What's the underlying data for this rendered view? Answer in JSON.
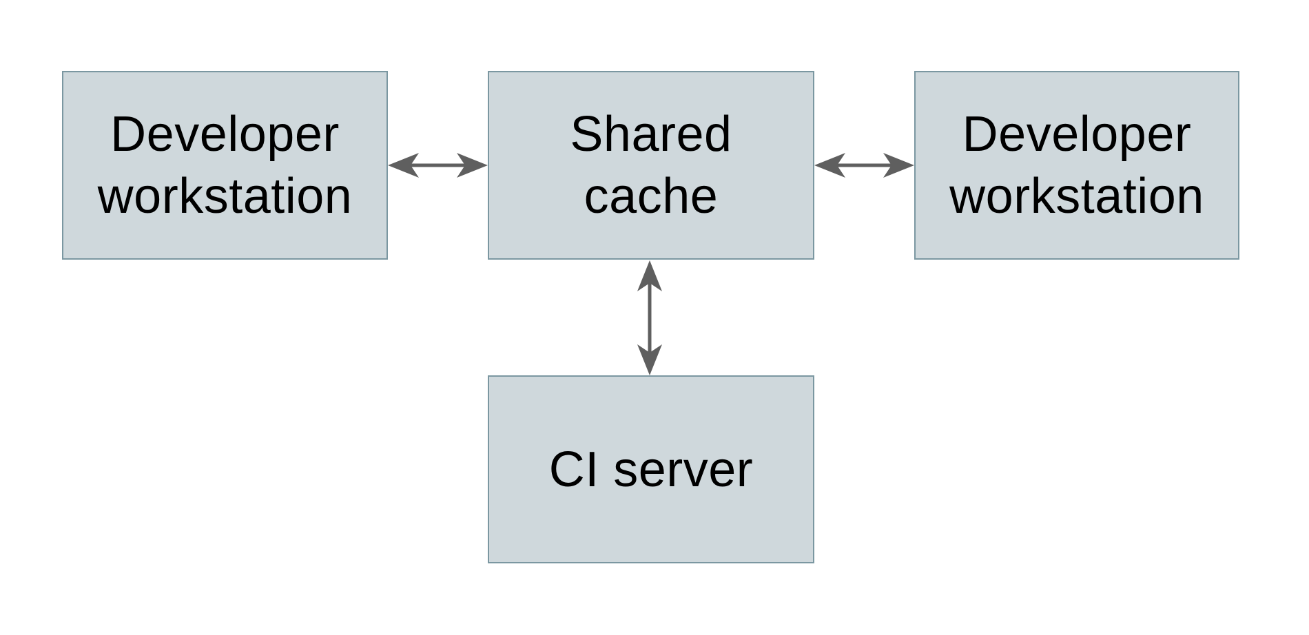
{
  "colors": {
    "node_fill": "#cfd8dc",
    "node_border": "#7b97a1",
    "arrow": "#5f5f5f",
    "text": "#000000",
    "background": "#ffffff"
  },
  "nodes": [
    {
      "id": "developer-workstation-left",
      "label": "Developer\nworkstation"
    },
    {
      "id": "shared-cache",
      "label": "Shared\ncache"
    },
    {
      "id": "developer-workstation-right",
      "label": "Developer\nworkstation"
    },
    {
      "id": "ci-server",
      "label": "CI server"
    }
  ],
  "edges": [
    {
      "from": "developer-workstation-left",
      "to": "shared-cache",
      "direction": "bidirectional"
    },
    {
      "from": "shared-cache",
      "to": "developer-workstation-right",
      "direction": "bidirectional"
    },
    {
      "from": "shared-cache",
      "to": "ci-server",
      "direction": "bidirectional"
    }
  ]
}
